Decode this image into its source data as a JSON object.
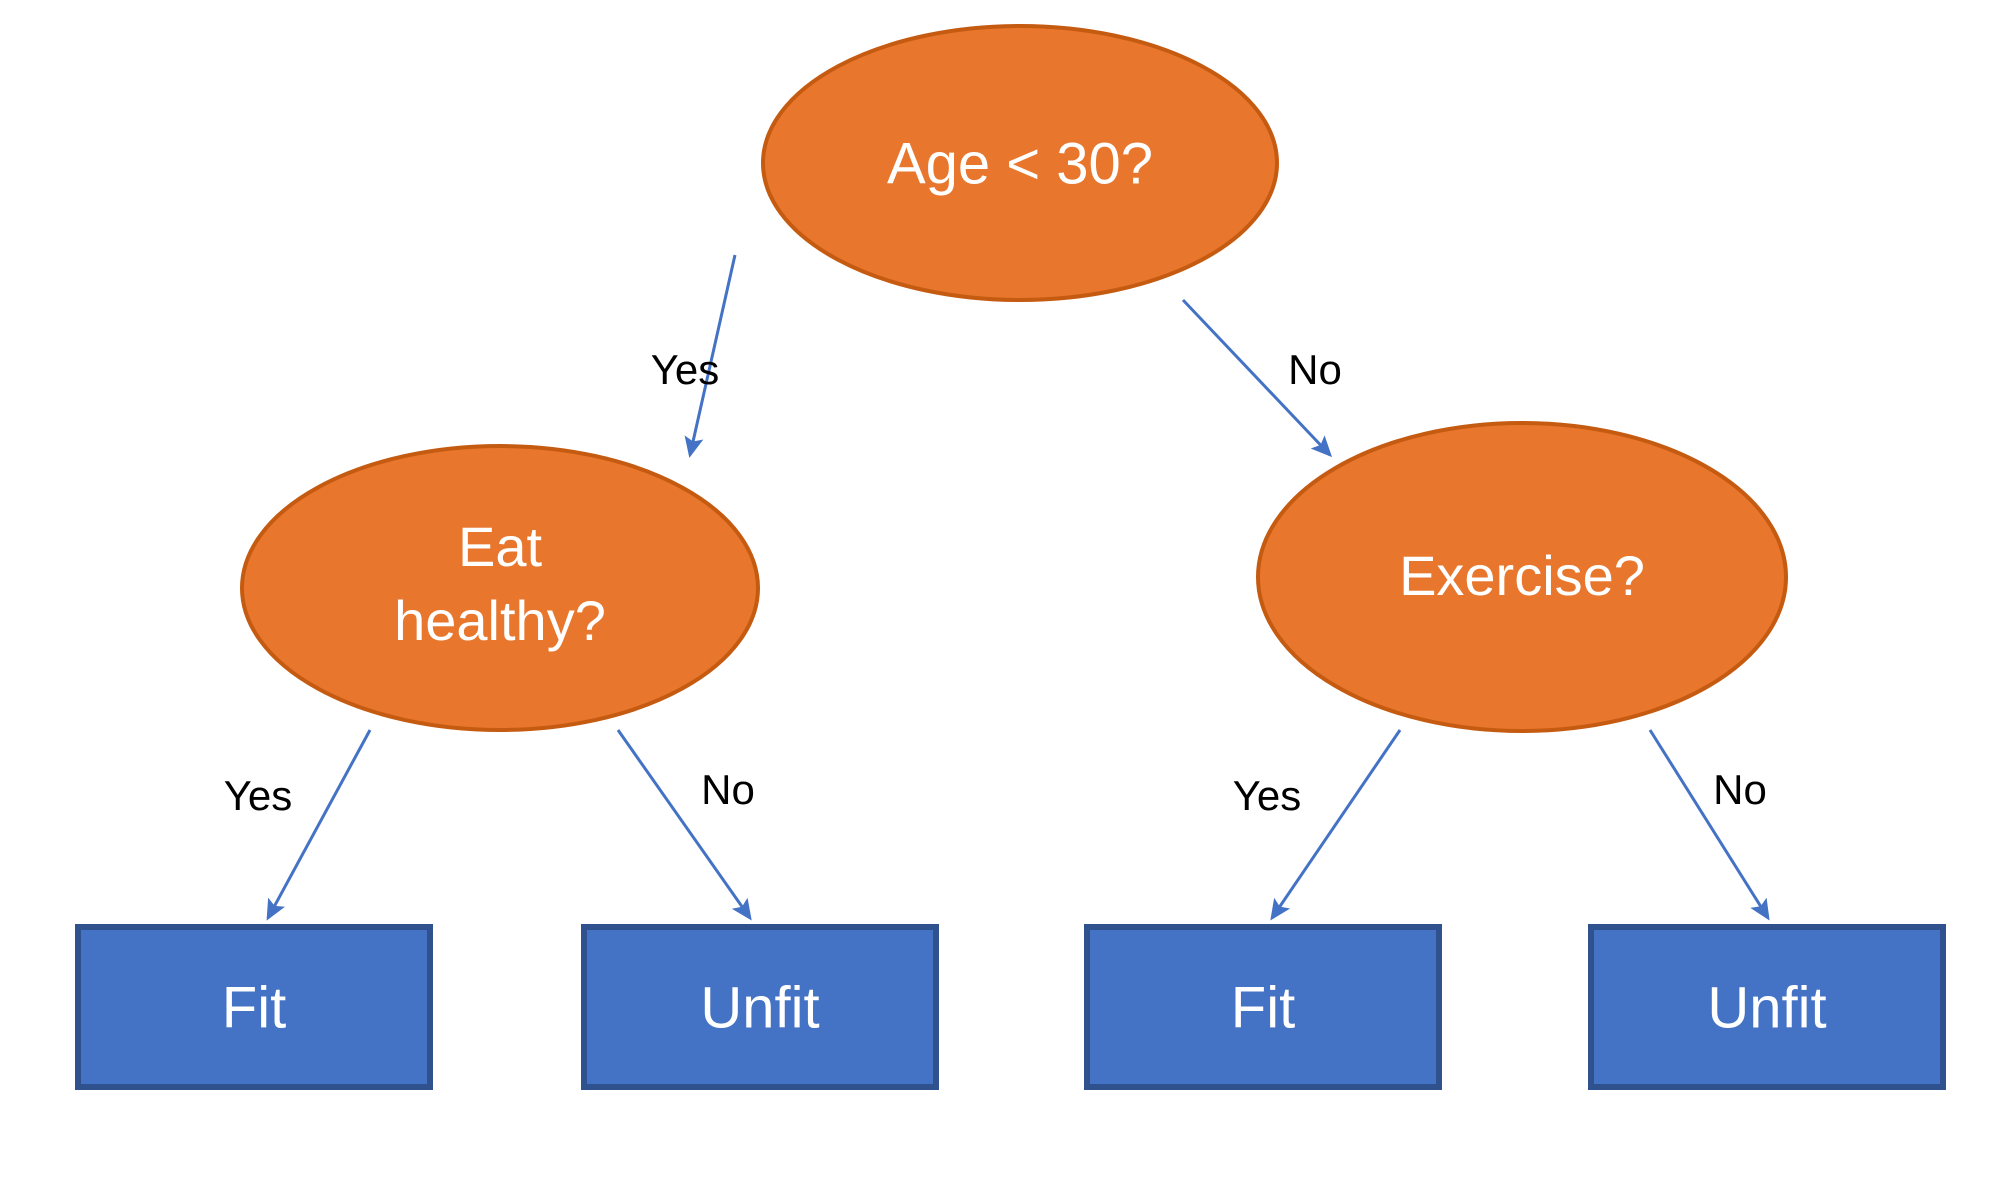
{
  "diagram": {
    "type": "decision-tree",
    "background_color": "#FFFFFF",
    "colors": {
      "decision_fill": "#E8762C",
      "decision_stroke": "#C55A11",
      "leaf_fill": "#4472C4",
      "leaf_stroke": "#2F528F",
      "edge_color": "#4472C4",
      "node_text_color": "#FFFFFF",
      "edge_label_color": "#000000"
    },
    "nodes": {
      "root": {
        "id": "root",
        "shape": "ellipse",
        "label": "Age < 30?",
        "kind": "decision"
      },
      "left_mid": {
        "id": "left_mid",
        "shape": "ellipse",
        "label_line1": "Eat",
        "label_line2": "healthy?",
        "label": "Eat healthy?",
        "kind": "decision"
      },
      "right_mid": {
        "id": "right_mid",
        "shape": "ellipse",
        "label": "Exercise?",
        "kind": "decision"
      },
      "leaf1": {
        "id": "leaf1",
        "shape": "rectangle",
        "label": "Fit",
        "kind": "outcome"
      },
      "leaf2": {
        "id": "leaf2",
        "shape": "rectangle",
        "label": "Unfit",
        "kind": "outcome"
      },
      "leaf3": {
        "id": "leaf3",
        "shape": "rectangle",
        "label": "Fit",
        "kind": "outcome"
      },
      "leaf4": {
        "id": "leaf4",
        "shape": "rectangle",
        "label": "Unfit",
        "kind": "outcome"
      }
    },
    "edges": [
      {
        "id": "e1",
        "from": "root",
        "to": "left_mid",
        "label": "Yes"
      },
      {
        "id": "e2",
        "from": "root",
        "to": "right_mid",
        "label": "No"
      },
      {
        "id": "e3",
        "from": "left_mid",
        "to": "leaf1",
        "label": "Yes"
      },
      {
        "id": "e4",
        "from": "left_mid",
        "to": "leaf2",
        "label": "No"
      },
      {
        "id": "e5",
        "from": "right_mid",
        "to": "leaf3",
        "label": "Yes"
      },
      {
        "id": "e6",
        "from": "right_mid",
        "to": "leaf4",
        "label": "No"
      }
    ]
  }
}
